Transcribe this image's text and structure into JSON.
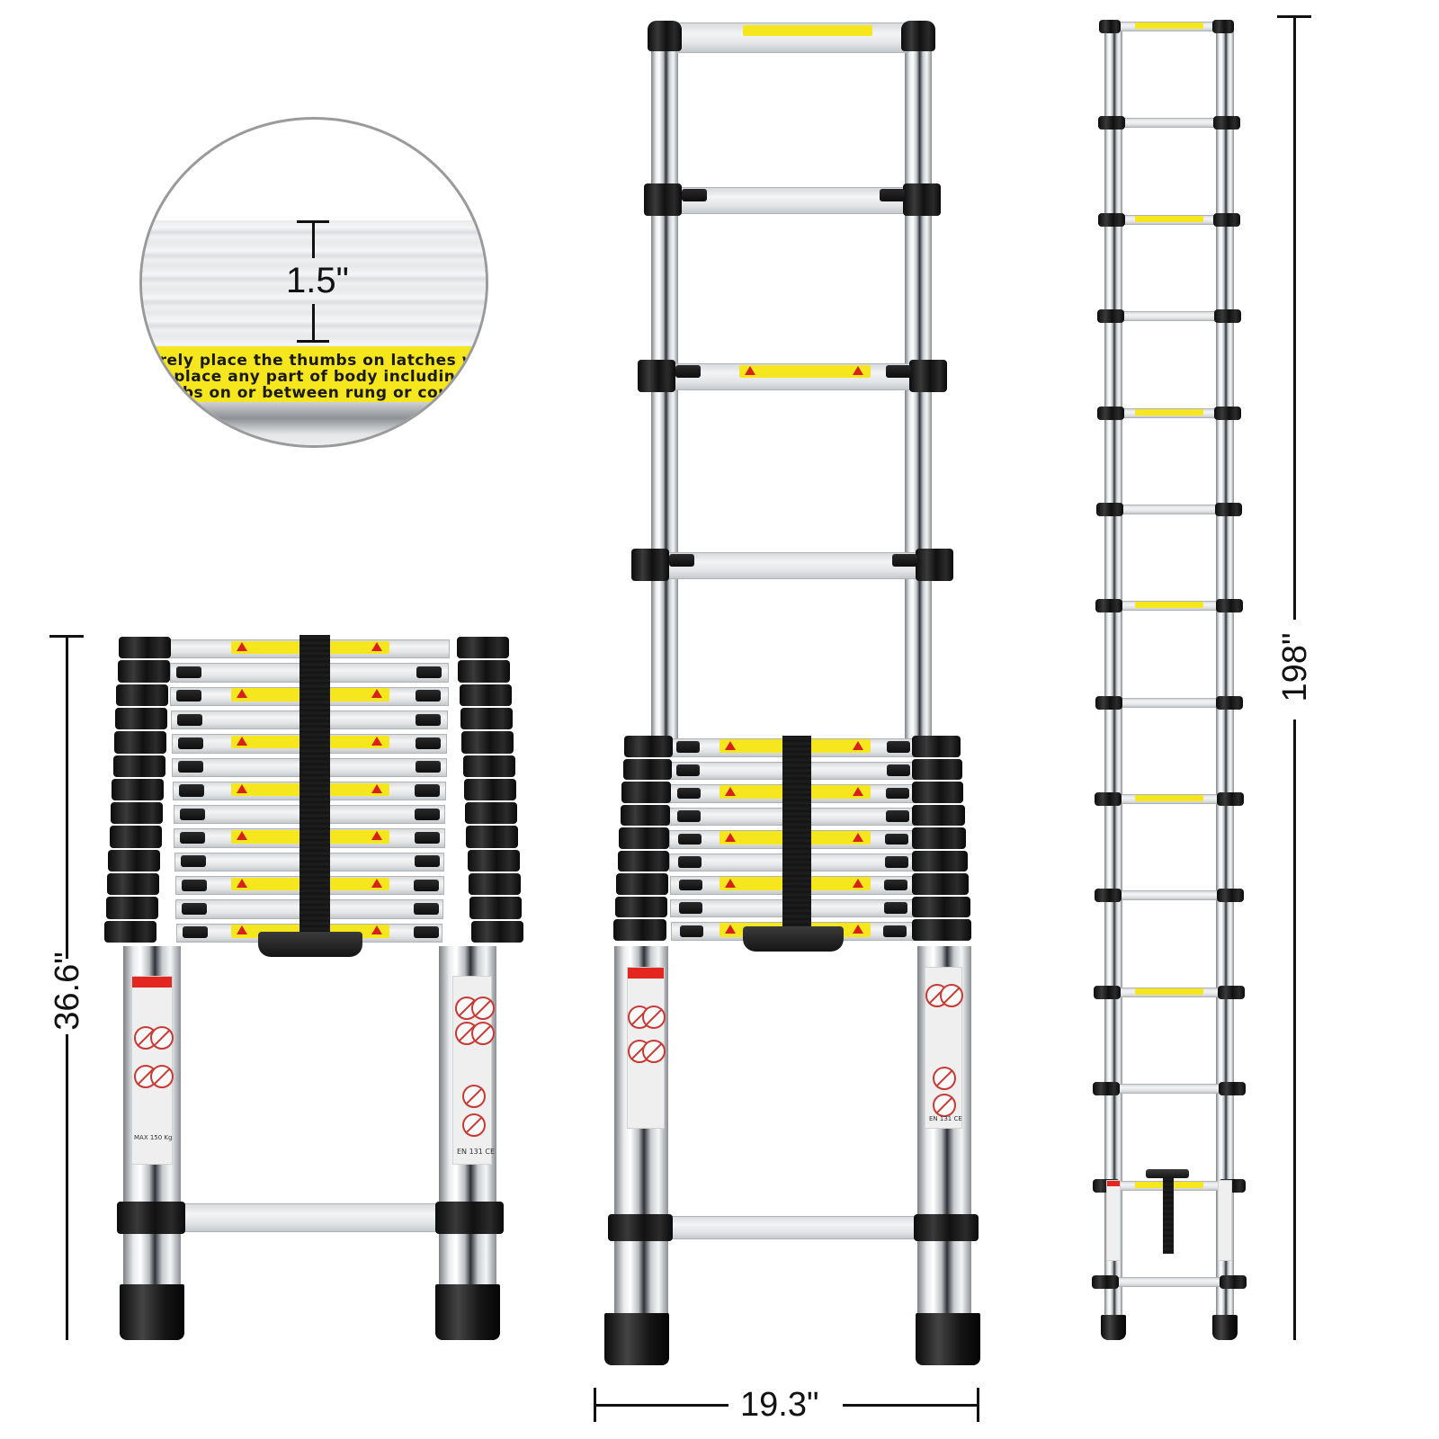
{
  "scene": {
    "description": "Telescopic aluminum ladder product dimension image",
    "background": "#ffffff",
    "accent_label_color": "#f6e61e",
    "warning_red": "#d8201c",
    "sleeve_color": "#111111"
  },
  "magnifier": {
    "dimension_label": "1.5\"",
    "label_lines": [
      "urely place the thumbs on latches whe",
      "ot place any part of body including h",
      "umbs on or between rung or couplin"
    ]
  },
  "dimensions": {
    "collapsed_height": "36.6\"",
    "width": "19.3\"",
    "extended_height": "198\""
  },
  "ladders": {
    "collapsed": {
      "rung_count": 13,
      "certification": "EN 131 CE",
      "max_load_label": "MAX 150 Kg"
    },
    "partial": {
      "extended_rungs": 4,
      "stacked_rungs": 9,
      "certification": "EN 131 CE"
    },
    "extended": {
      "rung_count": 13
    }
  }
}
